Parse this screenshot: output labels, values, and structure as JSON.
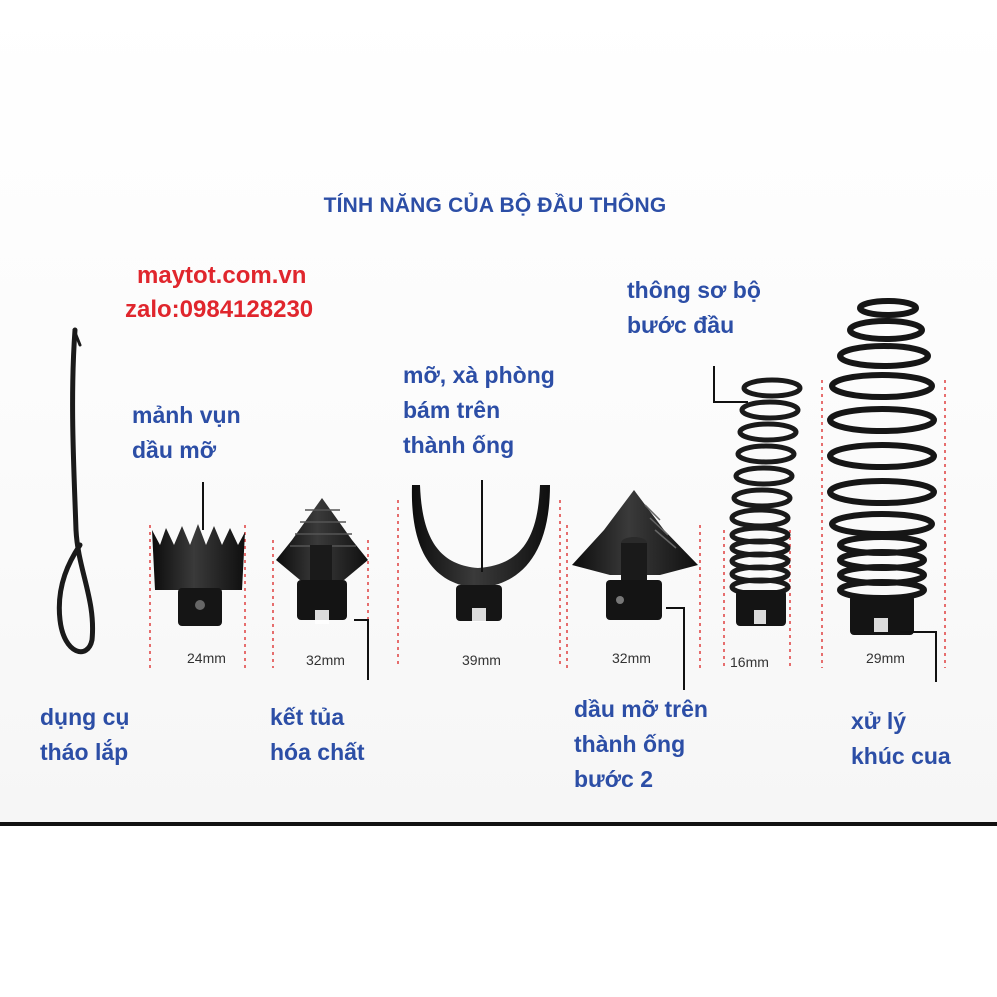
{
  "heading": "TÍNH NĂNG CỦA BỘ ĐẦU THÔNG",
  "brand": {
    "site": "maytot.com.vn",
    "zalo": "zalo:0984128230",
    "color": "#e0262d"
  },
  "accent_color": "#2c4ea6",
  "labels": {
    "tool": [
      "dụng cụ",
      "tháo lắp"
    ],
    "debris": [
      "mảnh vụn",
      "dầu mỡ"
    ],
    "chemical": [
      "kết tủa",
      "hóa chất"
    ],
    "soap": [
      "mỡ, xà phòng",
      "bám trên",
      "thành ống"
    ],
    "grease2": [
      "dầu mỡ trên",
      "thành ống",
      "bước 2"
    ],
    "initial": [
      "thông sơ bộ",
      "bước đầu"
    ],
    "bend": [
      "xử lý",
      "khúc cua"
    ]
  },
  "sizes": {
    "s1": "24mm",
    "s2": "32mm",
    "s3": "39mm",
    "s4": "32mm",
    "s5": "16mm",
    "s6": "29mm"
  },
  "icons": [
    "hook-tool-icon",
    "crown-cutter-head-icon",
    "arrow-cutter-head-icon",
    "u-blade-head-icon",
    "arrow-cutter-head-2-icon",
    "small-spring-head-icon",
    "large-spring-head-icon"
  ]
}
